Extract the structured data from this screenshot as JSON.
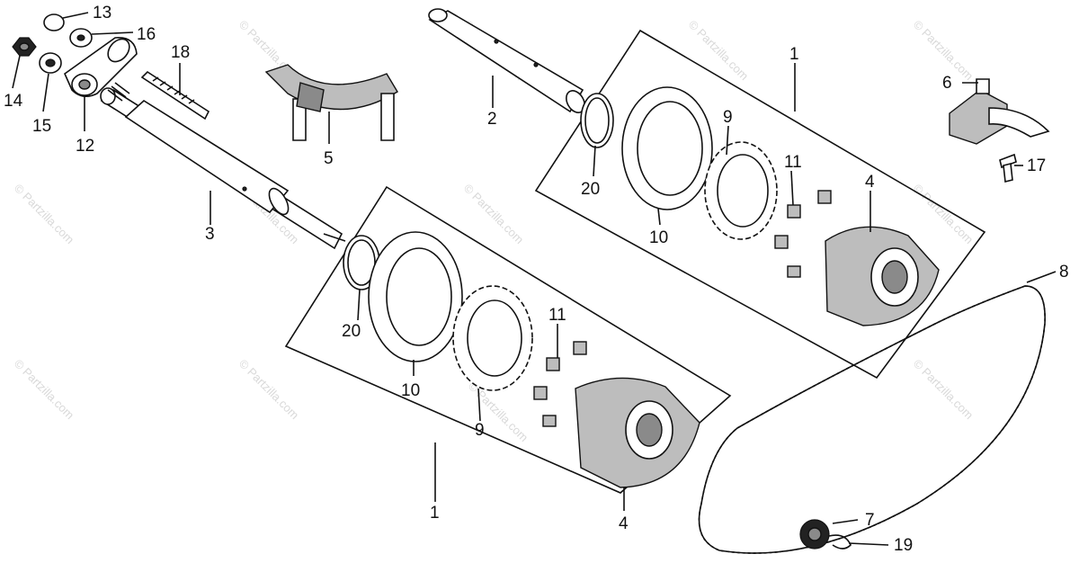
{
  "watermark": "© Partzilla.com",
  "callouts": [
    {
      "id": "c13",
      "text": "13"
    },
    {
      "id": "c16",
      "text": "16"
    },
    {
      "id": "c14",
      "text": "14"
    },
    {
      "id": "c15",
      "text": "15"
    },
    {
      "id": "c12",
      "text": "12"
    },
    {
      "id": "c18",
      "text": "18"
    },
    {
      "id": "c5",
      "text": "5"
    },
    {
      "id": "c3",
      "text": "3"
    },
    {
      "id": "c2",
      "text": "2"
    },
    {
      "id": "c1a",
      "text": "1"
    },
    {
      "id": "c9a",
      "text": "9"
    },
    {
      "id": "c11a",
      "text": "11"
    },
    {
      "id": "c20a",
      "text": "20"
    },
    {
      "id": "c10a",
      "text": "10"
    },
    {
      "id": "c4a",
      "text": "4"
    },
    {
      "id": "c6",
      "text": "6"
    },
    {
      "id": "c17",
      "text": "17"
    },
    {
      "id": "c8",
      "text": "8"
    },
    {
      "id": "c20b",
      "text": "20"
    },
    {
      "id": "c10b",
      "text": "10"
    },
    {
      "id": "c11b",
      "text": "11"
    },
    {
      "id": "c9b",
      "text": "9"
    },
    {
      "id": "c1b",
      "text": "1"
    },
    {
      "id": "c4b",
      "text": "4"
    },
    {
      "id": "c7",
      "text": "7"
    },
    {
      "id": "c19",
      "text": "19"
    }
  ]
}
